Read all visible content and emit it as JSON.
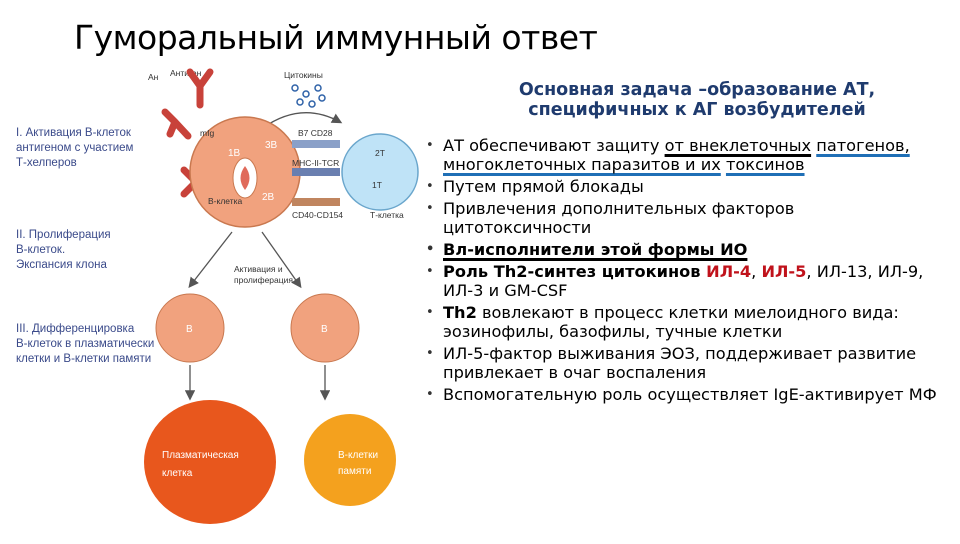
{
  "title": "Гуморальный иммунный ответ",
  "subtitle": "Основная задача –образование АТ, специфичных к АГ возбудителей",
  "diagram": {
    "stage1": [
      "I. Активация В-клеток",
      "антигеном с участием",
      "Т-хелперов"
    ],
    "stage2": [
      "II. Пролиферация",
      "В-клеток.",
      "Экспансия клона"
    ],
    "stage3": [
      "III. Дифференцировка",
      "В-клеток в плазматически",
      "клетки и В-клетки памяти"
    ],
    "antigen_top": "Ан",
    "antigen": "Антиген",
    "cytokines": "Цитокины",
    "mig": "mIg",
    "b_cell": "В-клетка",
    "t_cell": "Т-клетка",
    "n1b": "1В",
    "n2b": "2В",
    "n3b": "3В",
    "n1t": "1Т",
    "n2t": "2Т",
    "b7": "В7 CD28",
    "mhc": "MHC-II-TCR",
    "cd40": "CD40-CD154",
    "activation": [
      "Активация и",
      "пролиферация"
    ],
    "b_left": "В",
    "b_right": "В",
    "plasma": [
      "Плазматическая",
      "клетка"
    ],
    "memory": [
      "В-клетки",
      "памяти"
    ]
  },
  "bullets": {
    "b1_a": "АТ обеспечивают защиту ",
    "b1_b": "от внеклеточных",
    "b1_c": "патогенов, многоклеточных паразитов и их",
    "b1_d": "токсинов",
    "b2": "Путем прямой блокады",
    "b3": "Привлечения дополнительных факторов цитотоксичности",
    "b4": "Вл-исполнители этой формы ИО",
    "b5_a": "Роль Th2-синтез цитокинов ",
    "b5_b": "ИЛ-4",
    "b5_c": ", ",
    "b5_d": "ИЛ-5",
    "b5_e": ", ИЛ-13, ИЛ-9, ИЛ-3 и GM-CSF",
    "b6_a": "Th2",
    "b6_b": " вовлекают в процесс клетки миелоидного вида: эозинофилы, базофилы, тучные клетки",
    "b7": "ИЛ-5-фактор выживания ЭОЗ, поддерживает развитие привлекает в очаг воспаления",
    "b8": "Вспомогательную роль осуществляет IgE-активирует МФ"
  },
  "colors": {
    "title": "#000000",
    "subtitle": "#1f3b6e",
    "accent_red": "#c0121b",
    "underline_blue": "#1f6fb6",
    "b_cell": "#f1a27e",
    "t_cell": "#bfe3f7",
    "plasma": "#e8571d",
    "memory": "#f4a11e"
  }
}
